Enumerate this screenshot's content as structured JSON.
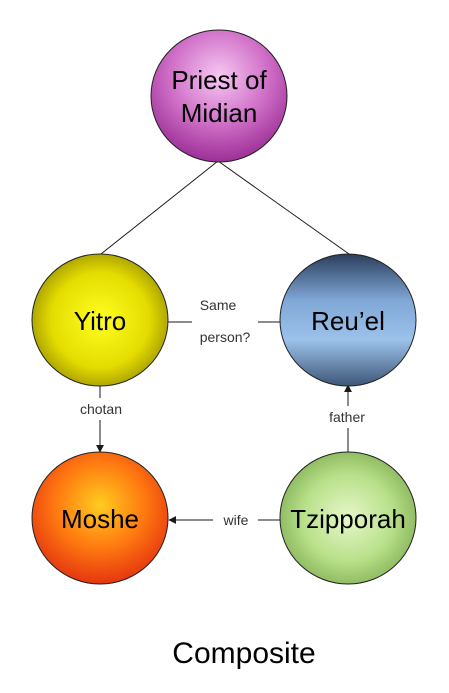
{
  "nodes": {
    "priest": {
      "line1": "Priest of",
      "line2": "Midian"
    },
    "yitro": {
      "label": "Yitro"
    },
    "reuel": {
      "label": "Reu’el"
    },
    "moshe": {
      "label": "Moshe"
    },
    "tzipporah": {
      "label": "Tzipporah"
    }
  },
  "edges": {
    "same_person_line1": "Same",
    "same_person_line2": "person?",
    "chotan": "chotan",
    "father": "father",
    "wife": "wife"
  },
  "caption": "Composite",
  "colors": {
    "priest": "#c040b0",
    "yitro": "#d6cc00",
    "reuel": "#6f9bd0",
    "moshe": "#f04a10",
    "tzipporah": "#a8d870"
  }
}
